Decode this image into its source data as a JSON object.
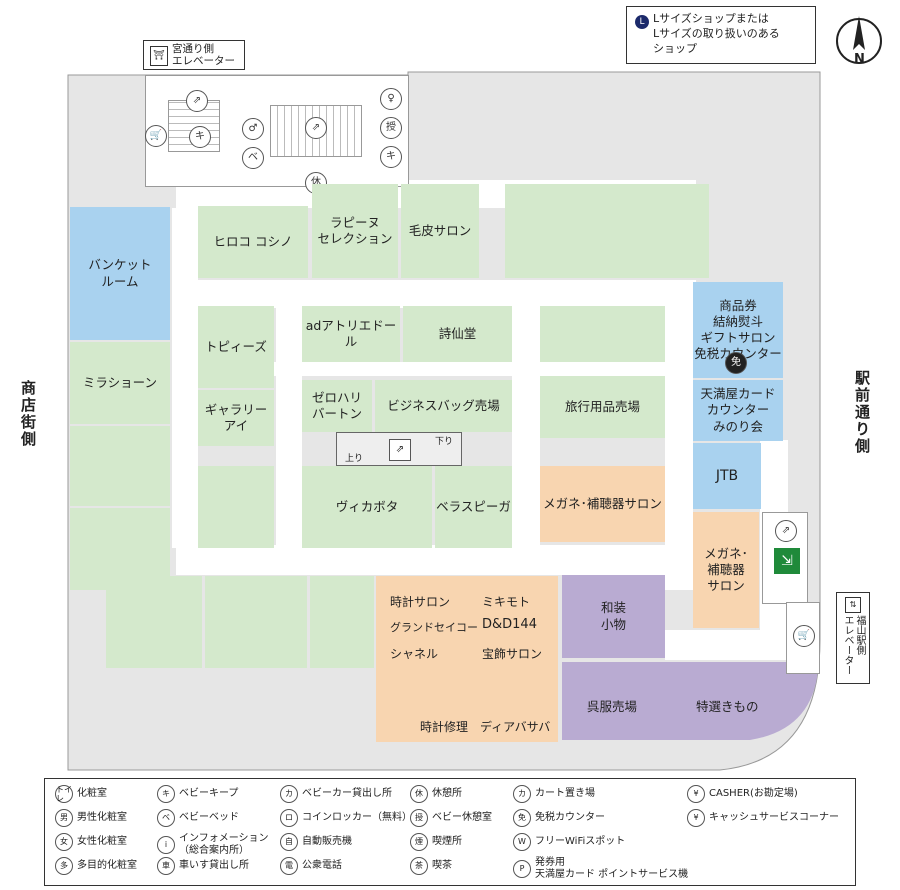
{
  "map": {
    "north_label": "N",
    "legend_top": {
      "badge": "L",
      "text": "Lサイズショップまたは\nLサイズの取り扱いのある\nショップ"
    },
    "side_labels": {
      "left": "商店街側",
      "right": "駅前通り側"
    },
    "elevators": {
      "top": "宮通り側\nエレベーター",
      "right": "福山駅側\nエレベーター"
    },
    "escalator": {
      "down": "下り",
      "up": "上り"
    },
    "shops": {
      "hiroko_koshino": "ヒロコ コシノ",
      "rapine": "ラピーヌ\nセレクション",
      "fur_salon": "毛皮サロン",
      "banquet_room": "バンケット\nルーム",
      "gift_counter": "商品券\n結納熨斗\nギフトサロン\n免税カウンター",
      "tobys": "トピィーズ",
      "ad_atelier": "adアトリエドール",
      "shisendo": "詩仙堂",
      "mira_shone": "ミラショーン",
      "zero_halliburton": "ゼロハリ\nバートン",
      "business_bag": "ビジネスバッグ売場",
      "travel_goods": "旅行用品売場",
      "tenmaya_card": "天満屋カード\nカウンター\nみのり会",
      "gallery_ai": "ギャラリー\nアイ",
      "vicabota": "ヴィカボタ",
      "beras_piega": "ベラスピーガ",
      "megane_center": "メガネ･補聴器サロン",
      "jtb": "JTB",
      "megane_right": "メガネ･\n補聴器\nサロン",
      "watch_salon": "時計サロン",
      "mikimoto": "ミキモト",
      "grand_seiko": "グランドセイコー",
      "dd144": "D&D144",
      "chanel": "シャネル",
      "jewel_salon": "宝飾サロン",
      "watch_repair": "時計修理",
      "diavasapa": "ディアバサバ",
      "wasou": "和装\n小物",
      "gofuku": "呉服売場",
      "tokusen_kimono": "特選きもの"
    }
  },
  "legend": [
    {
      "icon": "トイレ",
      "label": "化粧室"
    },
    {
      "icon": "男",
      "label": "男性化粧室"
    },
    {
      "icon": "女",
      "label": "女性化粧室"
    },
    {
      "icon": "多",
      "label": "多目的化粧室"
    },
    {
      "icon": "キ",
      "label": "ベビーキープ"
    },
    {
      "icon": "ベ",
      "label": "ベビーベッド"
    },
    {
      "icon": "i",
      "label": "インフォメーション\n（総合案内所）"
    },
    {
      "icon": "車",
      "label": "車いす貸出し所"
    },
    {
      "icon": "カ",
      "label": "ベビーカー貸出し所"
    },
    {
      "icon": "ロ",
      "label": "コインロッカー（無料）"
    },
    {
      "icon": "自",
      "label": "自動販売機"
    },
    {
      "icon": "電",
      "label": "公衆電話"
    },
    {
      "icon": "休",
      "label": "休憩所"
    },
    {
      "icon": "授",
      "label": "ベビー休憩室"
    },
    {
      "icon": "煙",
      "label": "喫煙所"
    },
    {
      "icon": "茶",
      "label": "喫茶"
    },
    {
      "icon": "カ",
      "label": "カート置き場"
    },
    {
      "icon": "免",
      "label": "免税カウンター"
    },
    {
      "icon": "W",
      "label": "フリーWiFiスポット"
    },
    {
      "icon": "P",
      "label": "発券用\n天満屋カード ポイントサービス機"
    },
    {
      "icon": "¥",
      "label": "CASHER(お勘定場)"
    },
    {
      "icon": "¥",
      "label": "キャッシュサービスコーナー"
    }
  ],
  "colors": {
    "general": "#d4e9cc",
    "service": "#a9d2ef",
    "optical": "#f8d5b0",
    "kimono": "#b9abd2"
  }
}
